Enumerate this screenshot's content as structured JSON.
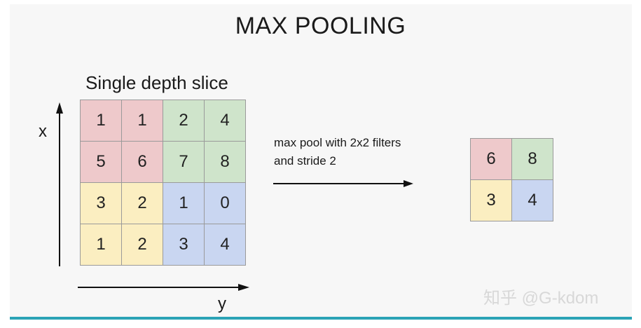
{
  "title": "MAX POOLING",
  "input": {
    "label": "Single depth slice",
    "rows": [
      [
        "1",
        "1",
        "2",
        "4"
      ],
      [
        "5",
        "6",
        "7",
        "8"
      ],
      [
        "3",
        "2",
        "1",
        "0"
      ],
      [
        "1",
        "2",
        "3",
        "4"
      ]
    ],
    "region_colors": {
      "top_left": "#eec9cb",
      "top_right": "#cfe4cb",
      "bottom_left": "#fbeec1",
      "bottom_right": "#c9d6f1"
    }
  },
  "axes": {
    "x_label": "x",
    "y_label": "y"
  },
  "operation": {
    "line1": "max pool with 2x2 filters",
    "line2": "and stride 2"
  },
  "output": {
    "rows": [
      [
        "6",
        "8"
      ],
      [
        "3",
        "4"
      ]
    ]
  },
  "watermark": "知乎 @G-kdom"
}
